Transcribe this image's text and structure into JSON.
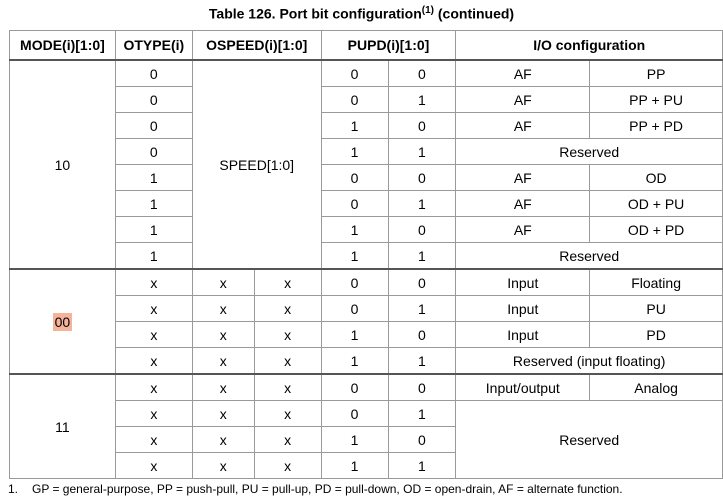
{
  "title": {
    "text": "Table 126. Port bit configuration",
    "sup": "(1)",
    "suffix": " (continued)"
  },
  "headers": {
    "mode": "MODE(i)[1:0]",
    "otype": "OTYPE(i)",
    "ospeed": "OSPEED(i)[1:0]",
    "pupd": "PUPD(i)[1:0]",
    "io": "I/O configuration"
  },
  "group10": {
    "mode": "10",
    "speed": "SPEED[1:0]",
    "rows": [
      {
        "otype": "0",
        "p1": "0",
        "p0": "0",
        "io1": "AF",
        "io2": "PP"
      },
      {
        "otype": "0",
        "p1": "0",
        "p0": "1",
        "io1": "AF",
        "io2": "PP + PU"
      },
      {
        "otype": "0",
        "p1": "1",
        "p0": "0",
        "io1": "AF",
        "io2": "PP + PD"
      },
      {
        "otype": "0",
        "p1": "1",
        "p0": "1",
        "io": "Reserved"
      },
      {
        "otype": "1",
        "p1": "0",
        "p0": "0",
        "io1": "AF",
        "io2": "OD"
      },
      {
        "otype": "1",
        "p1": "0",
        "p0": "1",
        "io1": "AF",
        "io2": "OD + PU"
      },
      {
        "otype": "1",
        "p1": "1",
        "p0": "0",
        "io1": "AF",
        "io2": "OD + PD"
      },
      {
        "otype": "1",
        "p1": "1",
        "p0": "1",
        "io": "Reserved"
      }
    ]
  },
  "group00": {
    "mode": "00",
    "rows": [
      {
        "otype": "x",
        "s1": "x",
        "s0": "x",
        "p1": "0",
        "p0": "0",
        "io1": "Input",
        "io2": "Floating"
      },
      {
        "otype": "x",
        "s1": "x",
        "s0": "x",
        "p1": "0",
        "p0": "1",
        "io1": "Input",
        "io2": "PU"
      },
      {
        "otype": "x",
        "s1": "x",
        "s0": "x",
        "p1": "1",
        "p0": "0",
        "io1": "Input",
        "io2": "PD"
      },
      {
        "otype": "x",
        "s1": "x",
        "s0": "x",
        "p1": "1",
        "p0": "1",
        "io": "Reserved (input floating)"
      }
    ]
  },
  "group11": {
    "mode": "11",
    "reserved": "Reserved",
    "rows": [
      {
        "otype": "x",
        "s1": "x",
        "s0": "x",
        "p1": "0",
        "p0": "0",
        "io1": "Input/output",
        "io2": "Analog"
      },
      {
        "otype": "x",
        "s1": "x",
        "s0": "x",
        "p1": "0",
        "p0": "1"
      },
      {
        "otype": "x",
        "s1": "x",
        "s0": "x",
        "p1": "1",
        "p0": "0"
      },
      {
        "otype": "x",
        "s1": "x",
        "s0": "x",
        "p1": "1",
        "p0": "1"
      }
    ]
  },
  "footnote": {
    "num": "1.",
    "text": "GP = general-purpose, PP = push-pull, PU = pull-up, PD = pull-down, OD = open-drain, AF = alternate function."
  },
  "colors": {
    "highlight": "#f5b39a",
    "border": "#9a9a9a"
  }
}
